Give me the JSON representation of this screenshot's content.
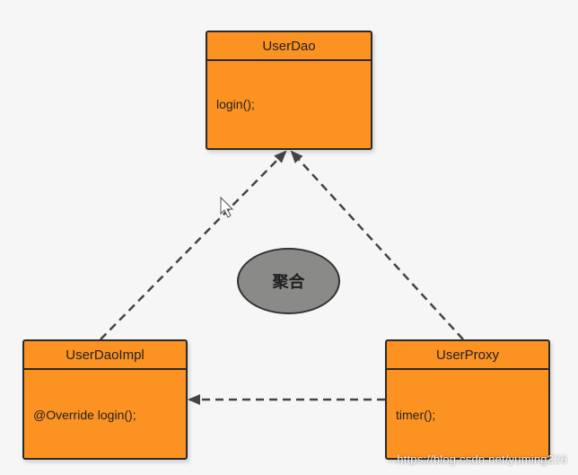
{
  "classes": {
    "user_dao": {
      "name": "UserDao",
      "method": "login();"
    },
    "user_dao_impl": {
      "name": "UserDaoImpl",
      "method": "@Override login();"
    },
    "user_proxy": {
      "name": "UserProxy",
      "method": "timer();"
    }
  },
  "relationship_label": "聚合",
  "watermark": "https://blog.csdn.net/yuming226",
  "colors": {
    "class_fill": "#fb9222",
    "border": "#2a2a2a",
    "ellipse_fill": "#8a8a88",
    "connector": "#444444"
  }
}
